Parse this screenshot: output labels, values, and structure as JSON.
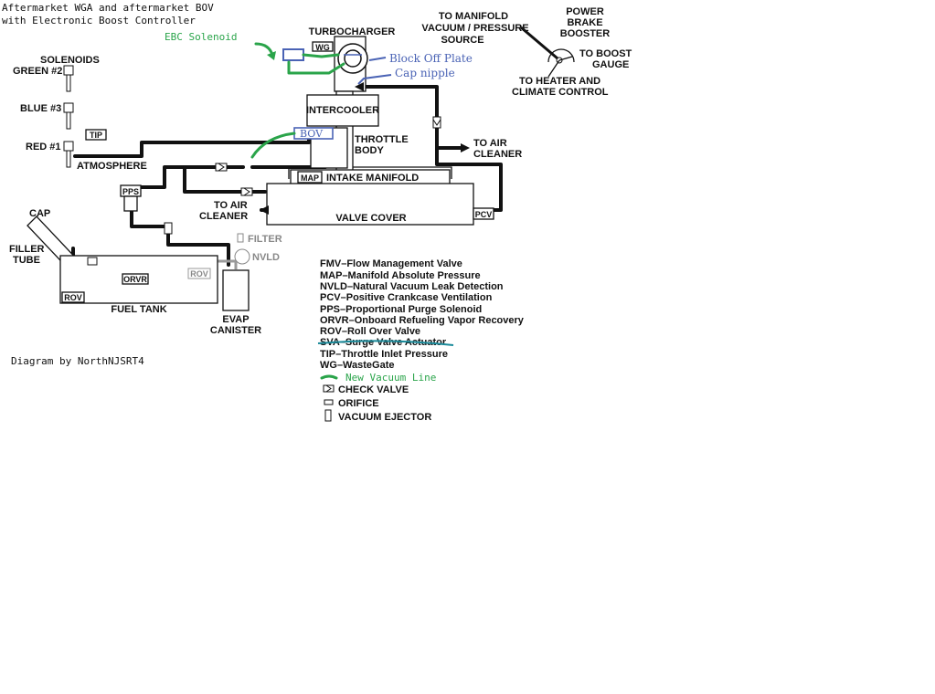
{
  "header": {
    "line1": "Aftermarket WGA and aftermarket BOV",
    "line2": "with Electronic Boost Controller"
  },
  "credit": "Diagram by NorthNJSRT4",
  "annotations": {
    "ebc_solenoid": "EBC Solenoid",
    "block_off_plate": "Block Off Plate",
    "cap_nipple": "Cap nipple",
    "bov": "BOV"
  },
  "labels": {
    "turbocharger": "TURBOCHARGER",
    "wg": "WG",
    "intercooler": "INTERCOOLER",
    "throttle_body_1": "THROTTLE",
    "throttle_body_2": "BODY",
    "map": "MAP",
    "intake_manifold": "INTAKE MANIFOLD",
    "valve_cover": "VALVE COVER",
    "pcv": "PCV",
    "to_air_cleaner_right_1": "TO AIR",
    "to_air_cleaner_right_2": "CLEANER",
    "to_air_cleaner_left_1": "TO AIR",
    "to_air_cleaner_left_2": "CLEANER",
    "pps": "PPS",
    "tip": "TIP",
    "atmosphere": "ATMOSPHERE",
    "solenoids": "SOLENOIDS",
    "green2": "GREEN #2",
    "blue3": "BLUE #3",
    "red1": "RED #1",
    "cap": "CAP",
    "filler_tube_1": "FILLER",
    "filler_tube_2": "TUBE",
    "orvr": "ORVR",
    "rov_left": "ROV",
    "rov_right": "ROV",
    "fuel_tank": "FUEL TANK",
    "filter": "FILTER",
    "nvld": "NVLD",
    "evap_1": "EVAP",
    "evap_2": "CANISTER",
    "to_manifold_1": "TO MANIFOLD",
    "to_manifold_2": "VACUUM / PRESSURE",
    "to_manifold_3": "SOURCE",
    "power_brake_1": "POWER",
    "power_brake_2": "BRAKE",
    "power_brake_3": "BOOSTER",
    "to_boost_1": "TO BOOST",
    "to_boost_2": "GAUGE",
    "to_heater_1": "TO HEATER AND",
    "to_heater_2": "CLIMATE CONTROL"
  },
  "legend": {
    "items": [
      "FMV–Flow Management Valve",
      "MAP–Manifold Absolute Pressure",
      "NVLD–Natural Vacuum Leak Detection",
      "PCV–Positive Crankcase Ventilation",
      "PPS–Proportional Purge Solenoid",
      "ORVR–Onboard Refueling Vapor Recovery",
      "ROV–Roll Over Valve",
      "SVA–Surge Valve Actuator",
      "TIP–Throttle Inlet Pressure",
      "WG–WasteGate"
    ],
    "new_vacuum_line": "New Vacuum Line",
    "check_valve": "CHECK VALVE",
    "orifice": "ORIFICE",
    "vacuum_ejector": "VACUUM EJECTOR"
  },
  "colors": {
    "new_line": "#2aa44a",
    "annotation_blue": "#4a63b5",
    "strike_teal": "#1a8a9a"
  }
}
